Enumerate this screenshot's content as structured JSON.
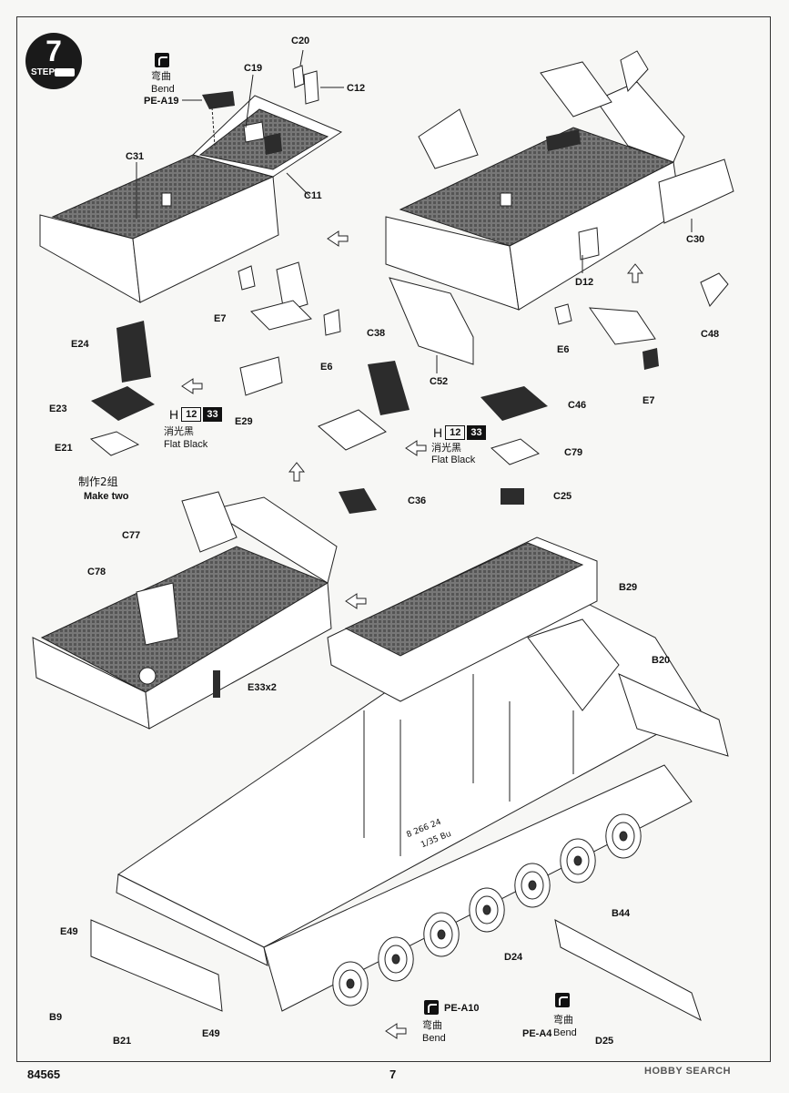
{
  "step": {
    "word": "STEP",
    "number": "7"
  },
  "parts": {
    "C20": "C20",
    "C19": "C19",
    "C12": "C12",
    "PE_A19": "PE-A19",
    "C31": "C31",
    "C11": "C11",
    "C30": "C30",
    "D12": "D12",
    "C52": "C52",
    "E7a": "E7",
    "E6a": "E6",
    "E29": "E29",
    "C38": "C38",
    "E24": "E24",
    "E23": "E23",
    "E21": "E21",
    "C46": "C46",
    "C79": "C79",
    "C25": "C25",
    "C36": "C36",
    "C48": "C48",
    "E6b": "E6",
    "E7b": "E7",
    "C77": "C77",
    "C78": "C78",
    "E33x2": "E33x2",
    "B29": "B29",
    "B20": "B20",
    "B44": "B44",
    "D24": "D24",
    "E49a": "E49",
    "B9": "B9",
    "B21": "B21",
    "E49b": "E49",
    "PE_A10": "PE-A10",
    "PE_A4": "PE-A4",
    "D25": "D25"
  },
  "bend": {
    "cn": "弯曲",
    "en": "Bend"
  },
  "paint": {
    "letter": "H",
    "code1": "12",
    "code2": "33",
    "cn": "消光黑",
    "en": "Flat Black"
  },
  "make_two": {
    "cn": "制作2组",
    "en": "Make two"
  },
  "hull_text": {
    "line1": "1/35 Bu",
    "line2": "8 266 24"
  },
  "footer": {
    "code": "84565",
    "page": "7",
    "watermark": "HOBBY SEARCH"
  },
  "colors": {
    "ink": "#111111",
    "dark_part": "#2c2c2c",
    "paper": "#f7f7f5"
  }
}
